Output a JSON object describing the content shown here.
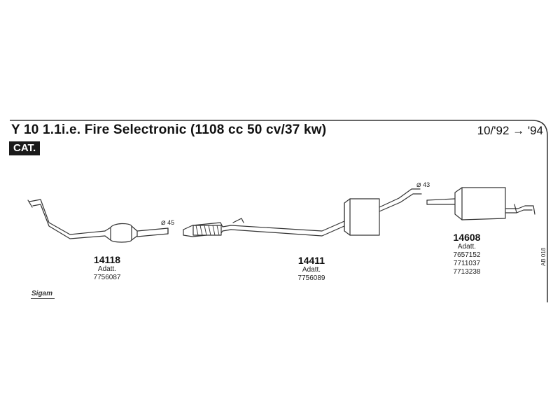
{
  "header": {
    "title": "Y 10 1.1i.e. Fire Selectronic (1108 cc 50 cv/37 kw)",
    "date_range": "10/'92 → '94",
    "badge": "CAT."
  },
  "parts": [
    {
      "code": "14118",
      "adatt_label": "Adatt.",
      "refs": [
        "7756087"
      ]
    },
    {
      "code": "14411",
      "adatt_label": "Adatt.",
      "refs": [
        "7756089"
      ]
    },
    {
      "code": "14608",
      "adatt_label": "Adatt.",
      "refs": [
        "7657152",
        "7711037",
        "7713238"
      ]
    }
  ],
  "diameters": [
    {
      "symbol": "⌀",
      "value": "45"
    },
    {
      "symbol": "⌀",
      "value": "43"
    }
  ],
  "side_code": "AB 018",
  "logo_text": "Sigam",
  "colors": {
    "line": "#333333",
    "fill": "#ffffff",
    "badge_bg": "#1a1a1a"
  }
}
